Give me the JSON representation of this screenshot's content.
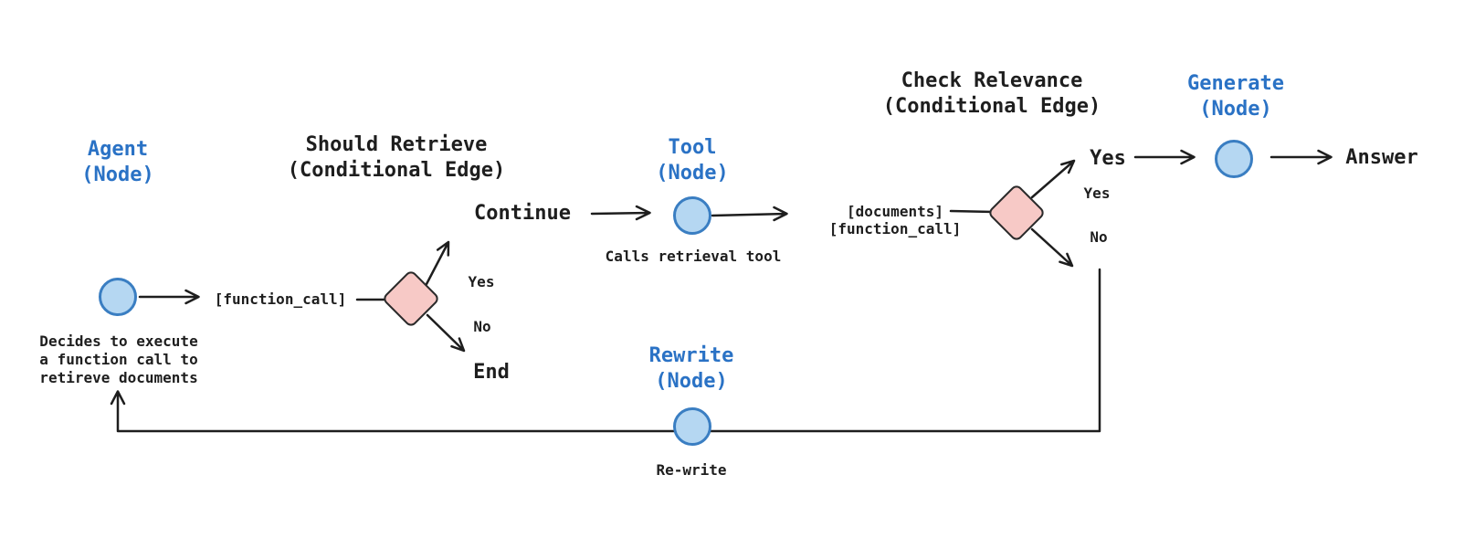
{
  "diagram": {
    "colors": {
      "background": "#ffffff",
      "ink": "#1e1e1e",
      "blue_text": "#2a72c5",
      "node_fill": "#b5d7f2",
      "node_stroke": "#3a7ec2",
      "diamond_fill": "#f7c9c6",
      "diamond_stroke": "#2b2b2b"
    },
    "nodes": {
      "agent": {
        "title_line1": "Agent",
        "title_line2": "(Node)",
        "note_line1": "Decides to execute",
        "note_line2": "a function call to",
        "note_line3": "retireve documents"
      },
      "should_retrieve": {
        "title_line1": "Should Retrieve",
        "title_line2": "(Conditional Edge)"
      },
      "tool": {
        "title_line1": "Tool",
        "title_line2": "(Node)",
        "note": "Calls retrieval tool"
      },
      "check_relevance": {
        "title_line1": "Check Relevance",
        "title_line2": "(Conditional Edge)"
      },
      "generate": {
        "title_line1": "Generate",
        "title_line2": "(Node)"
      },
      "rewrite": {
        "title_line1": "Rewrite",
        "title_line2": "(Node)",
        "note": "Re-write"
      }
    },
    "edge_labels": {
      "function_call": "[function_call]",
      "continue": "Continue",
      "yes_left": "Yes",
      "no_left": "No",
      "end": "End",
      "documents": "[documents]",
      "documents_function_call": "[function_call]",
      "yes_big": "Yes",
      "yes_right": "Yes",
      "no_right": "No",
      "answer": "Answer"
    }
  }
}
